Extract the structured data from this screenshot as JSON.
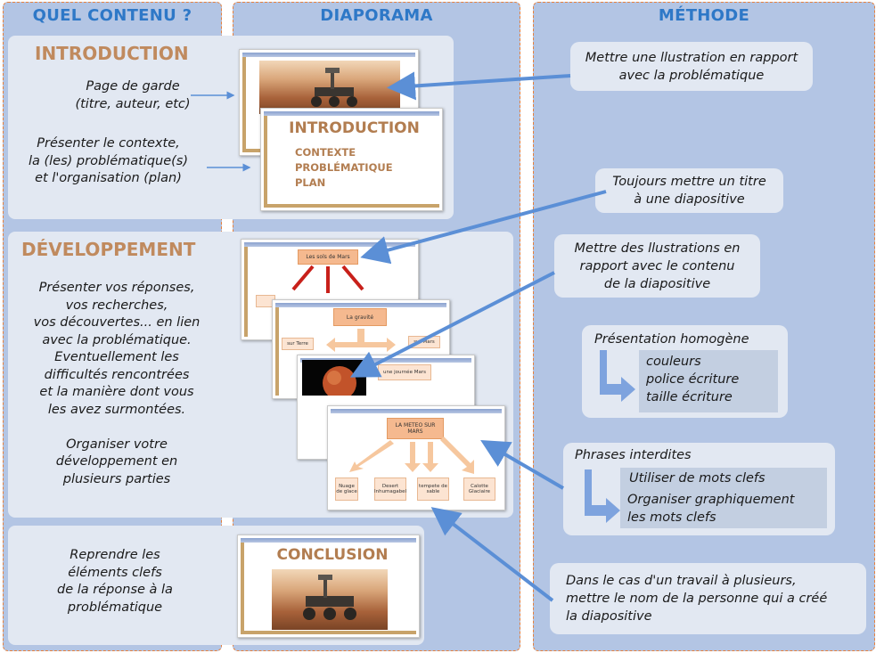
{
  "columns": {
    "left": "QUEL CONTENU ?",
    "middle": "DIAPORAMA",
    "right": "MÉTHODE"
  },
  "introduction": {
    "title": "INTRODUCTION",
    "item1": "Page de garde\n(titre, auteur, etc)",
    "item2": "Présenter le contexte,\nla (les) problématique(s)\net l'organisation (plan)"
  },
  "developpement": {
    "title": "DÉVELOPPEMENT",
    "text": "Présenter vos réponses,\nvos recherches,\nvos découvertes... en lien\navec la problématique.\nEventuellement les\ndifficultés rencontrées\net la manière dont vous\nles avez surmontées.\n\nOrganiser votre\ndéveloppement en\nplusieurs parties"
  },
  "conclusion": {
    "text": "Reprendre les\néléments clefs\nde la réponse à la\nproblématique"
  },
  "slides": {
    "intro_title": "INTRODUCTION",
    "intro_items": [
      "CONTEXTE",
      "PROBLÉMATIQUE",
      "PLAN"
    ],
    "dev1_title": "Les sols de Mars",
    "dev2_title": "La gravité",
    "dev2_left": "sur Terre",
    "dev2_right": "sur Mars",
    "dev3_title": "une journée Mars",
    "dev4_title": "LA METEO SUR MARS",
    "dev4_items": [
      "Nuage de glace",
      "Desert Inhumagabel",
      "tempete de sable",
      "Calotte Glaciaire"
    ],
    "conclusion_title": "CONCLUSION"
  },
  "methode": {
    "note1": "Mettre une llustration en rapport\navec la problématique",
    "note2": "Toujours mettre un titre\nà une diapositive",
    "note3": "Mettre des llustrations en\nrapport avec le contenu\nde la diapositive",
    "homogene": {
      "title": "Présentation homogène",
      "items": [
        "couleurs",
        "police écriture",
        "taille écriture"
      ]
    },
    "interdites": {
      "title": "Phrases interdites",
      "item1": "Utiliser de mots clefs",
      "item2": "Organiser graphiquement\nles mots clefs"
    },
    "note4": "Dans le cas d'un travail à plusieurs,\nmettre le nom de la personne qui a créé\nla diapositive"
  },
  "colors": {
    "column_bg": "#b3c5e4",
    "column_border": "#e8803a",
    "heading": "#2e78c7",
    "section_title": "#c08a5e",
    "arrow": "#5b8fd6"
  }
}
